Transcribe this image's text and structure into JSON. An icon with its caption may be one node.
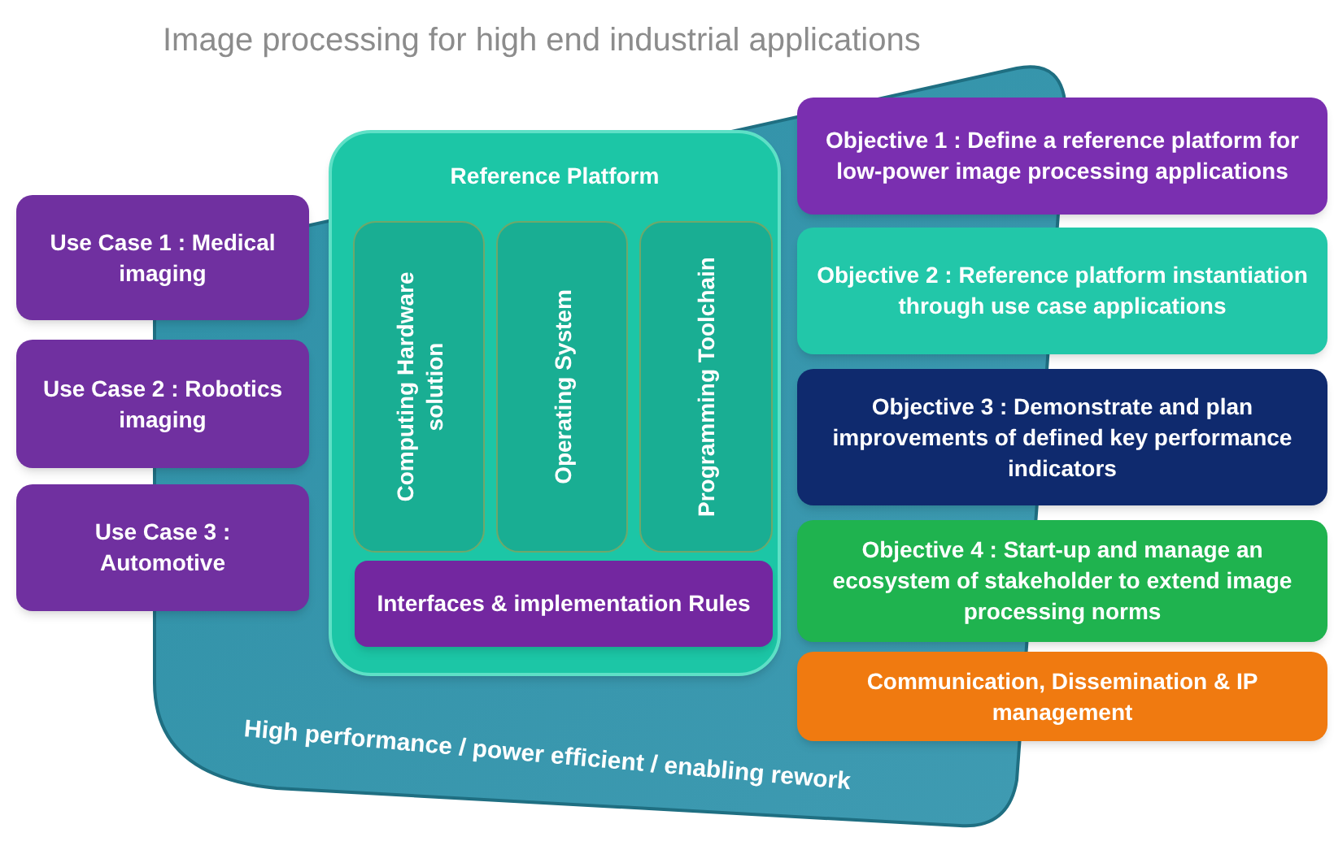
{
  "diagram": {
    "title": "Image processing for high end industrial applications",
    "nodes": [
      {
        "text": [
          "High performance / power efficient / enabling rework"
        ]
      },
      {
        "text": [
          "Reference Platform"
        ],
        "in": 0
      },
      {
        "text": [
          "Computing Hardware solution"
        ],
        "in": 1
      },
      {
        "text": [
          "Operating System"
        ],
        "in": 1
      },
      {
        "text": [
          "Programming Toolchain"
        ],
        "in": 1
      },
      {
        "text": [
          "Interfaces & implementation Rules"
        ],
        "in": 1
      },
      {
        "text": [
          "Use Case 1 : Medical imaging"
        ]
      },
      {
        "text": [
          "Use Case 2 : Robotics imaging"
        ]
      },
      {
        "text": [
          "Use Case 3 : Automotive"
        ]
      },
      {
        "text": [
          "Objective 1 : Define a reference platform for low-power image processing applications"
        ]
      },
      {
        "text": [
          "Objective 2 : Reference platform instantiation through use case applications"
        ]
      },
      {
        "text": [
          "Objective 3 : Demonstrate and plan improvements of defined key performance indicators"
        ]
      },
      {
        "text": [
          "Objective 4 : Start-up and manage an ecosystem of stakeholder to extend image processing norms"
        ]
      },
      {
        "text": [
          "Communication, Dissemination & IP management"
        ]
      }
    ]
  }
}
